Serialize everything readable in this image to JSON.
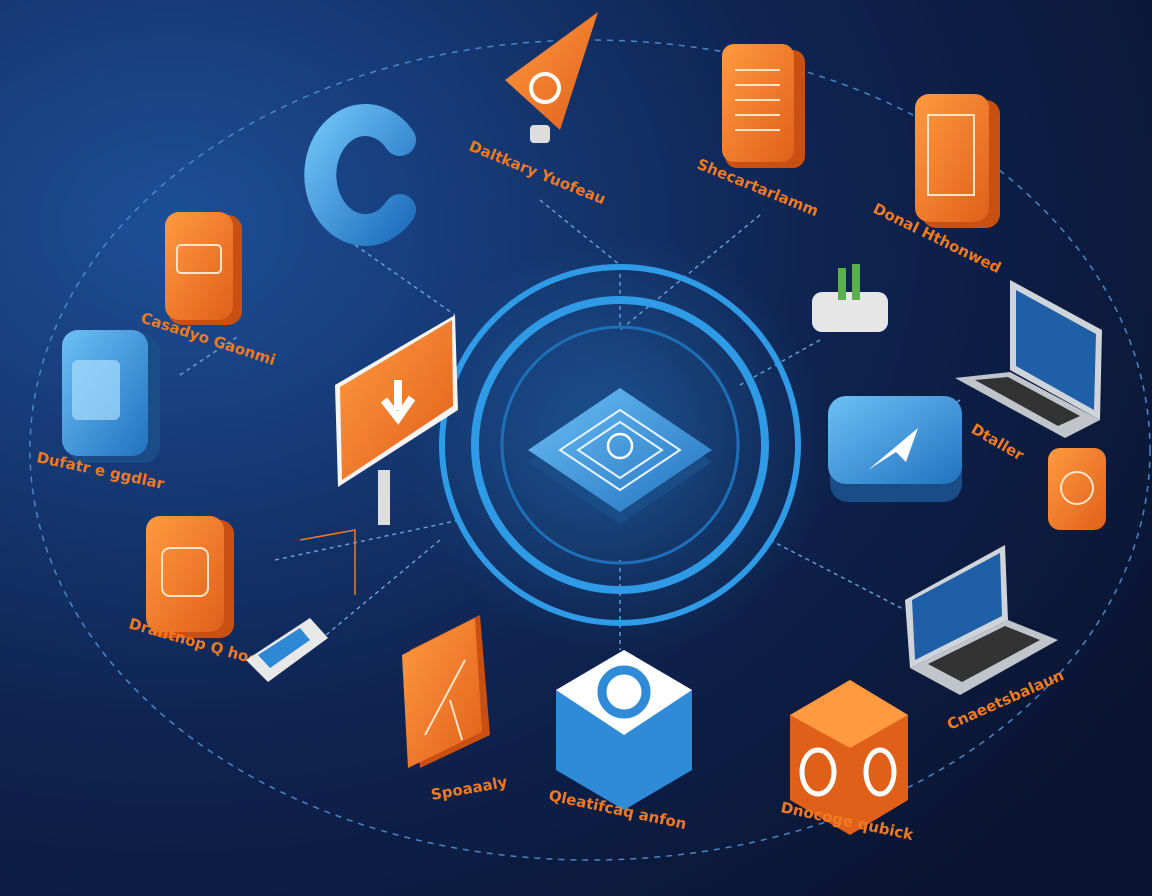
{
  "colors": {
    "background_light": "#1d4f98",
    "background_dark": "#0a1430",
    "accent_orange": "#f07a22",
    "accent_blue": "#3d9be0",
    "ring": "#2f9ae6"
  },
  "labels": {
    "top_flag": "Daltkary Yuofeau",
    "top_doc": "Shecartarlamm",
    "top_right_doc": "Donal Hthonwed",
    "left_upper": "Casadyo Gaonmi",
    "left_middle": "Dufatr e ggdlar",
    "right_middle": "Dtaller",
    "left_lower": "Drantnop Q hoenix",
    "bottom_left": "Spoaaaly",
    "bottom_center": "Qleatifcaq anfon",
    "bottom_right": "Dnocoge qubick",
    "right_lower": "Cnaeetsbalaun"
  }
}
